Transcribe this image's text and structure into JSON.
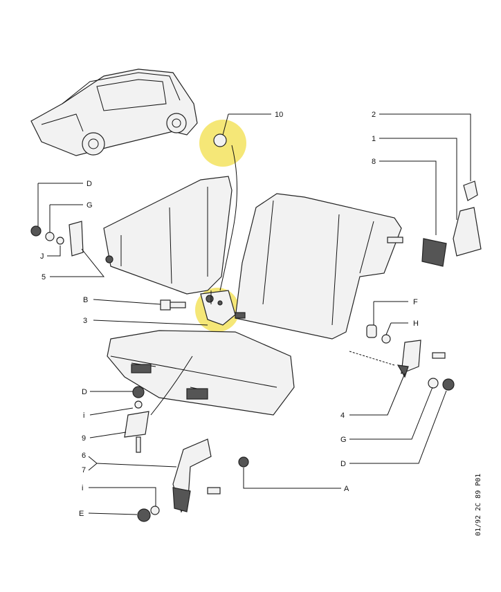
{
  "diagram": {
    "ref_code": "01/92 2C 89 P01",
    "highlight_color": "#f2df4a",
    "labels": {
      "l10": "10",
      "l2": "2",
      "l1": "1",
      "l8": "8",
      "lD_top": "D",
      "lG_top": "G",
      "lJ": "J",
      "l5": "5",
      "lB": "B",
      "l3": "3",
      "lF": "F",
      "lH": "H",
      "l4": "4",
      "lG_right": "G",
      "lD_right": "D",
      "lD_left": "D",
      "li_mid": "i",
      "l9": "9",
      "l6": "6",
      "l7": "7",
      "li_low": "i",
      "lE": "E",
      "lA": "A"
    }
  }
}
